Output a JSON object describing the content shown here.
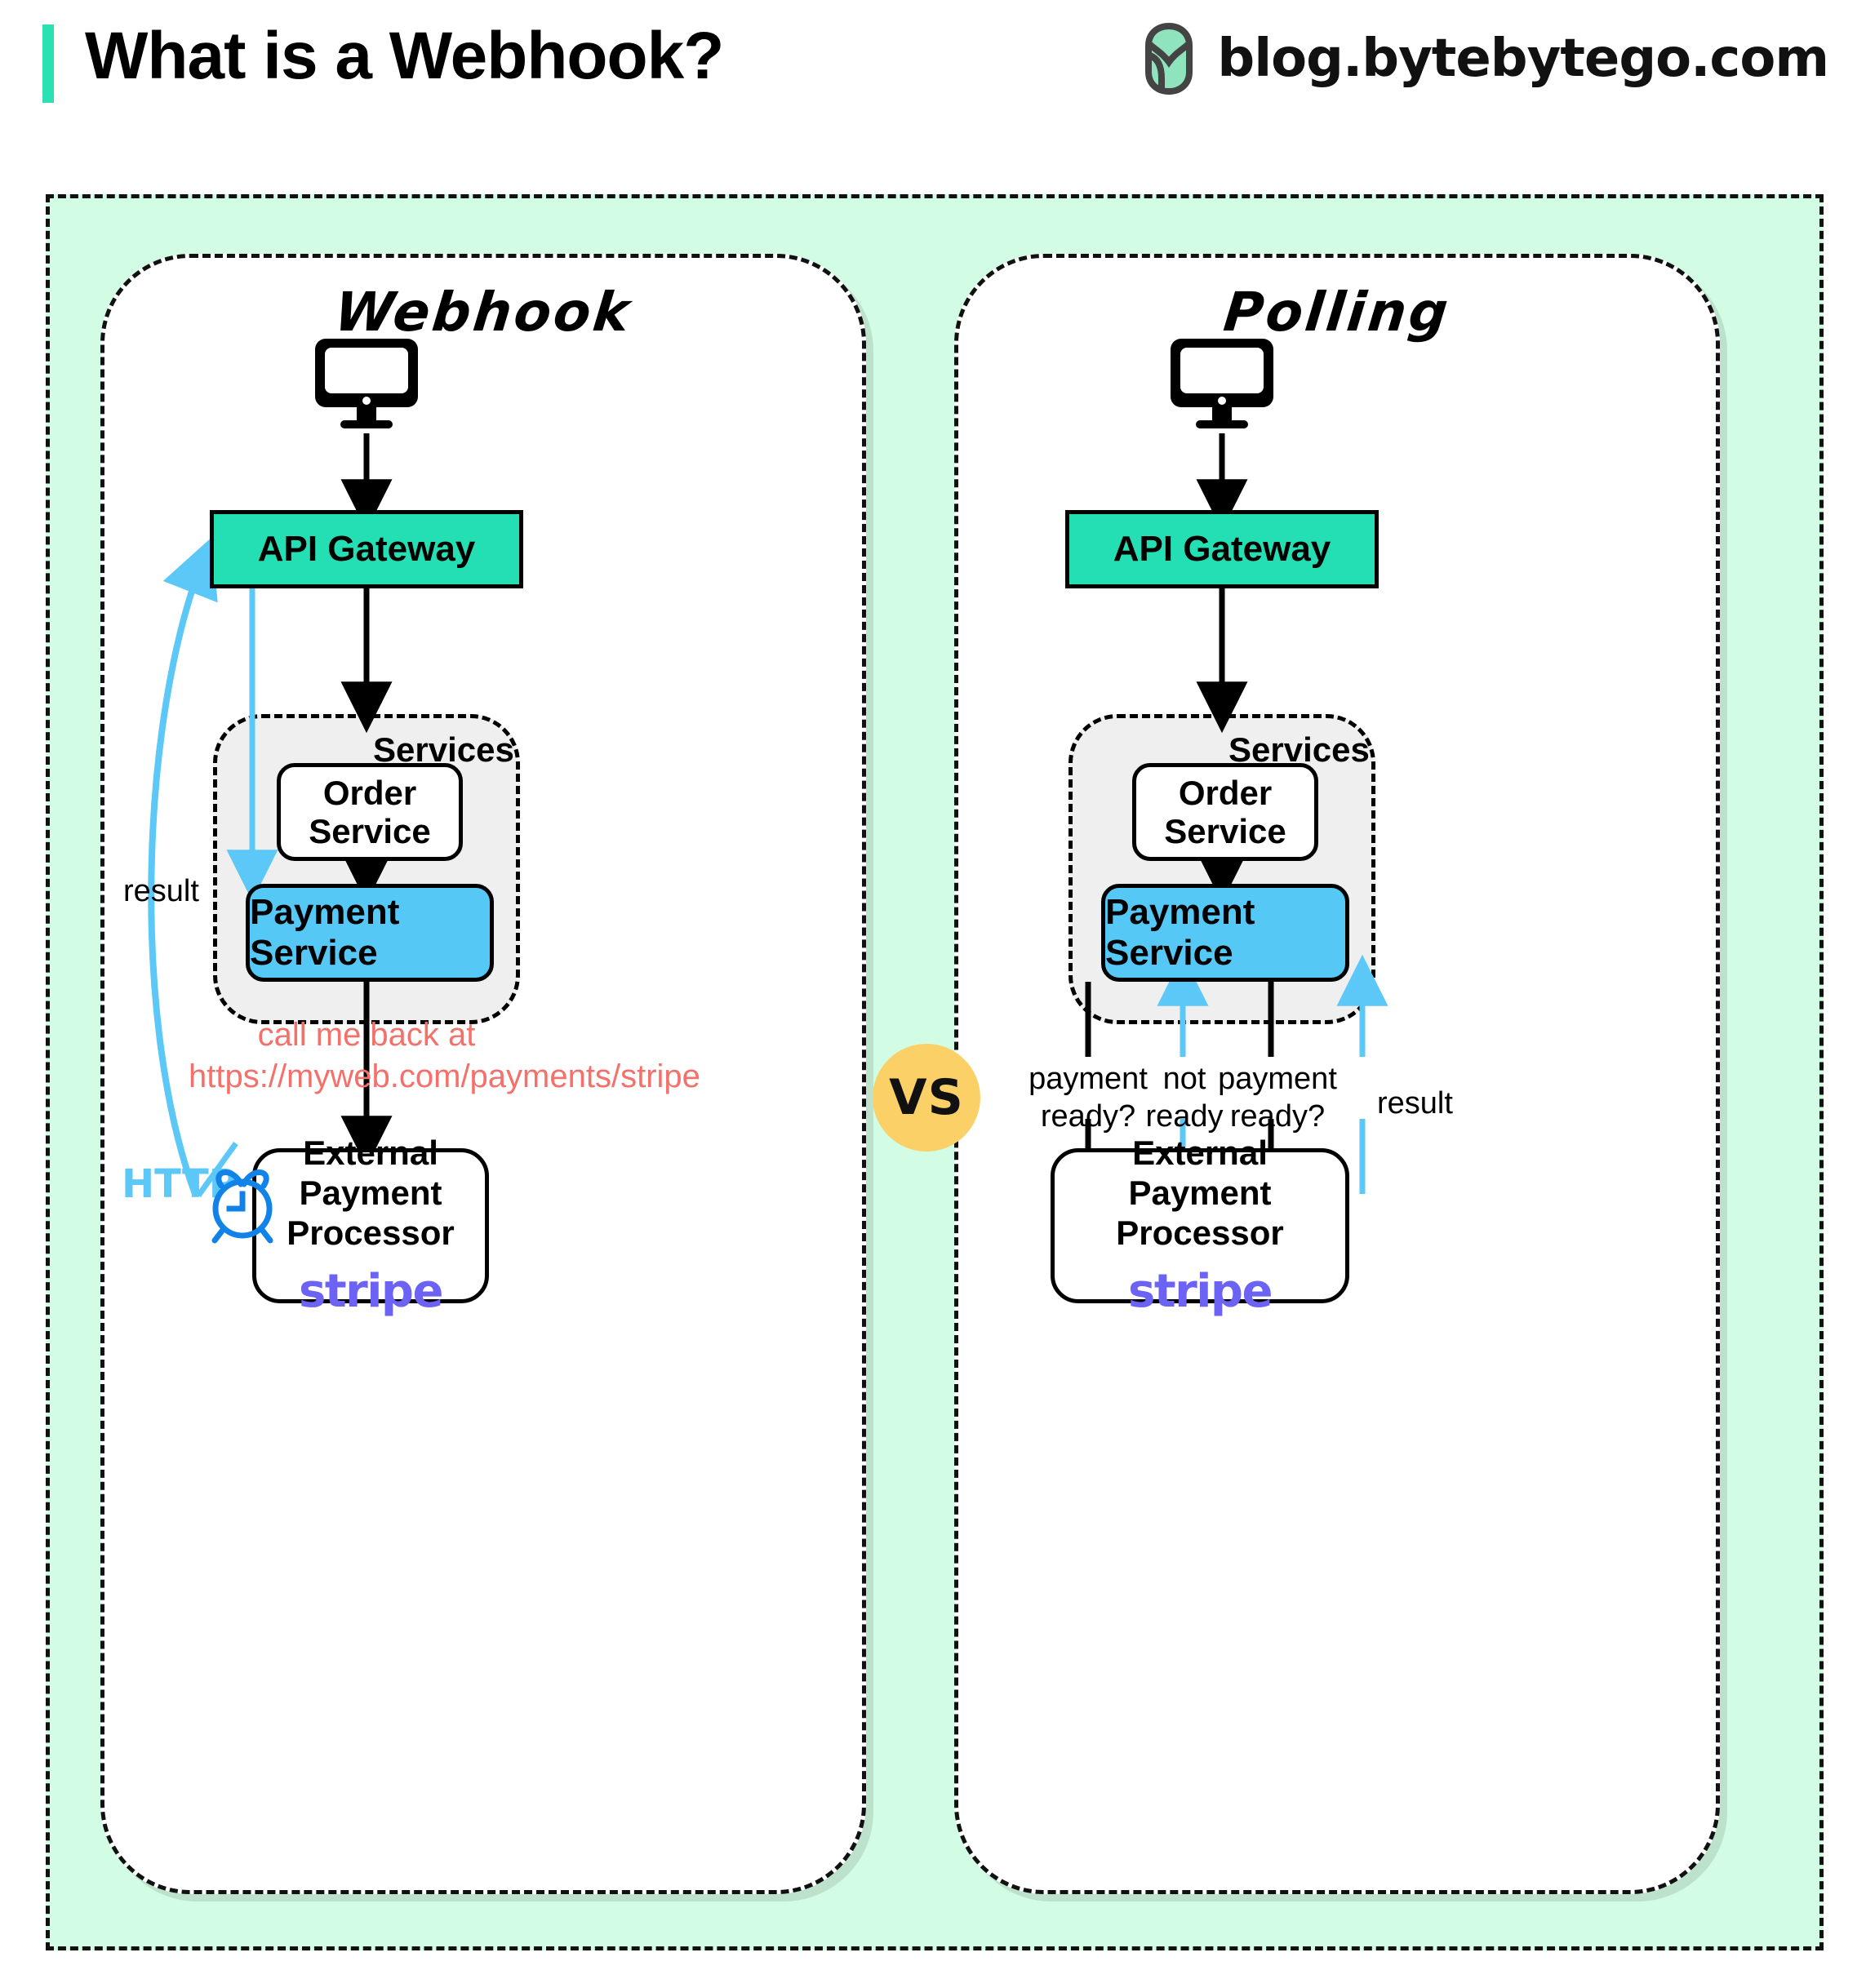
{
  "header": {
    "title": "What is a Webhook?",
    "brand_text": "blog.bytebytego.com",
    "logo_icon": "bytebytego-logo-icon",
    "accent_color": "#2BE1B4"
  },
  "comparison": {
    "vs_label": "VS",
    "vs_color": "#FBD067"
  },
  "colors": {
    "stage_background": "#D2FCE3",
    "gateway_fill": "#25DFB4",
    "payment_service_fill": "#55C8F5",
    "services_fill": "#EFEFEF",
    "callback_text": "#F4706B",
    "http_text": "#5CC8F7",
    "blue_arrow": "#5CC8F7",
    "stripe_purple": "#6C63F4",
    "alarm_clock": "#1183E8"
  },
  "panels": [
    {
      "id": "webhook",
      "title": "Webhook",
      "client_icon": "desktop-monitor-icon",
      "gateway": "API Gateway",
      "services_label": "Services",
      "order_service_line1": "Order",
      "order_service_line2": "Service",
      "payment_service": "Payment Service",
      "processor_line1": "External",
      "processor_line2": "Payment Processor",
      "processor_logo": "stripe",
      "labels": {
        "result": "result",
        "callback_line1": "call me back at",
        "callback_line2": "https://myweb.com/payments/stripe",
        "http": "HTTP",
        "clock_icon": "alarm-clock-icon"
      }
    },
    {
      "id": "polling",
      "title": "Polling",
      "client_icon": "desktop-monitor-icon",
      "gateway": "API Gateway",
      "services_label": "Services",
      "order_service_line1": "Order",
      "order_service_line2": "Service",
      "payment_service": "Payment Service",
      "processor_line1": "External",
      "processor_line2": "Payment Processor",
      "processor_logo": "stripe",
      "poll_labels": [
        {
          "line1": "payment",
          "line2": "ready?",
          "direction": "down",
          "color": "black"
        },
        {
          "line1": "not",
          "line2": "ready",
          "direction": "up",
          "color": "blue"
        },
        {
          "line1": "payment",
          "line2": "ready?",
          "direction": "down",
          "color": "black"
        },
        {
          "line1": "result",
          "line2": "",
          "direction": "up",
          "color": "blue"
        }
      ]
    }
  ]
}
